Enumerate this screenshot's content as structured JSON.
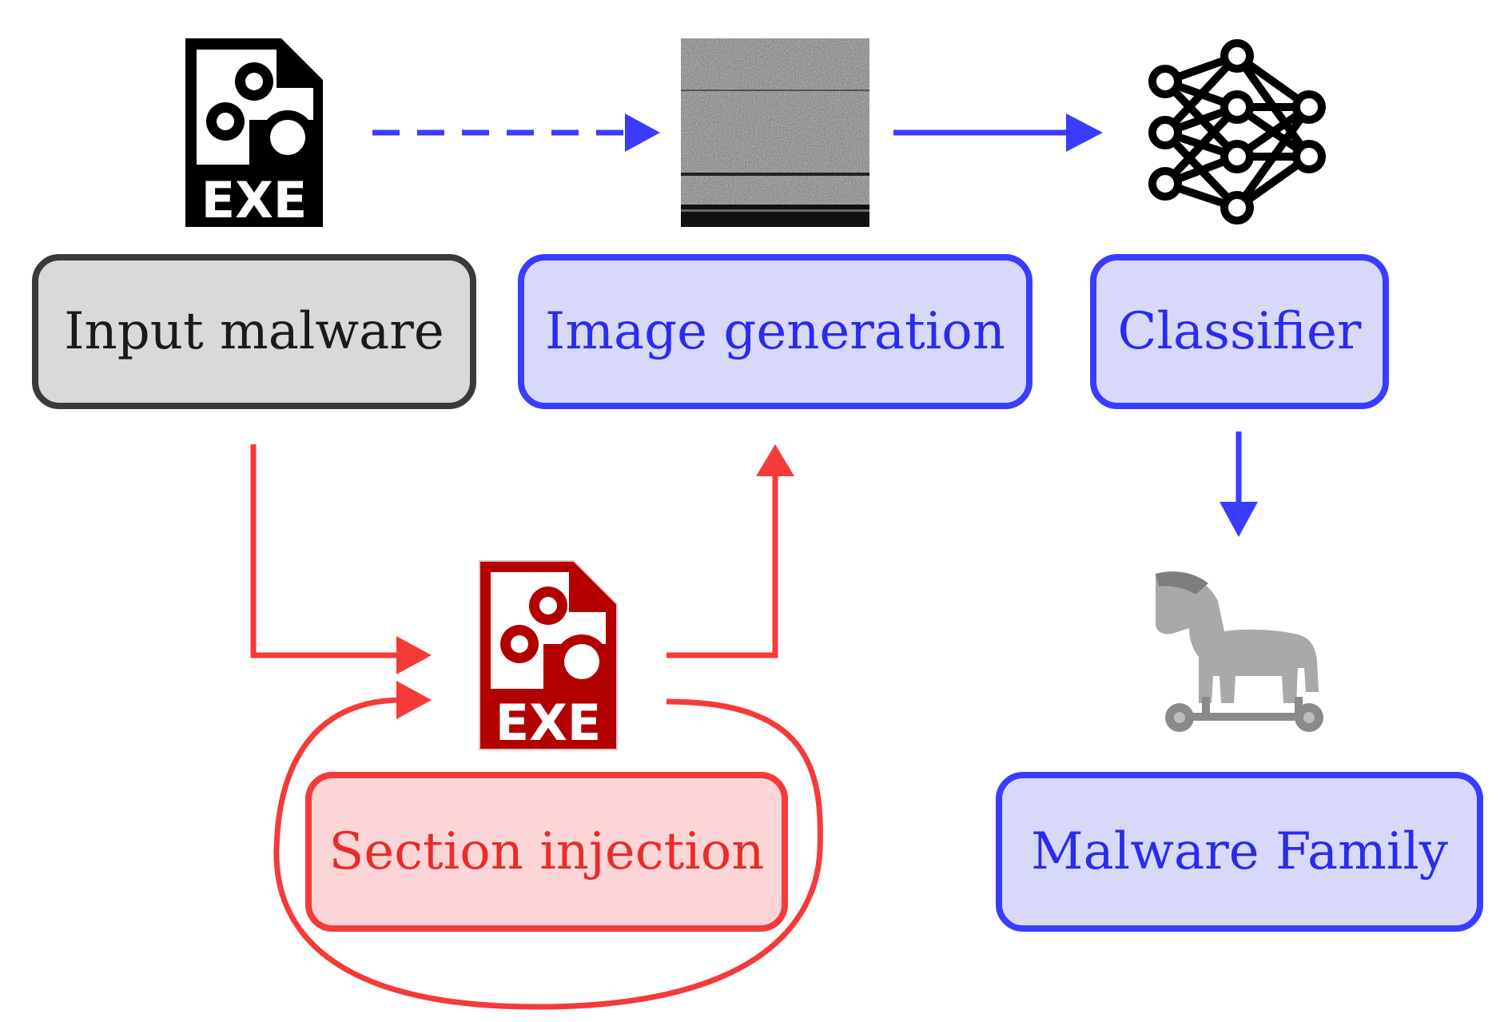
{
  "nodes": {
    "input_malware": {
      "label": "Input malware"
    },
    "image_generation": {
      "label": "Image generation"
    },
    "classifier": {
      "label": "Classifier"
    },
    "section_injection": {
      "label": "Section injection"
    },
    "malware_family": {
      "label": "Malware Family"
    }
  },
  "icons": {
    "exe_file": {
      "text": "EXE",
      "color": "#000000"
    },
    "injected_exe_file": {
      "text": "EXE",
      "color": "#c00000"
    },
    "malware_image": "grayscale-noise-image",
    "neural_network": "neural-network-icon",
    "trojan_horse": "trojan-horse-icon"
  },
  "colors": {
    "blue": "#3b3bff",
    "red": "#f53a3a",
    "black_border": "#3a3a3a"
  }
}
